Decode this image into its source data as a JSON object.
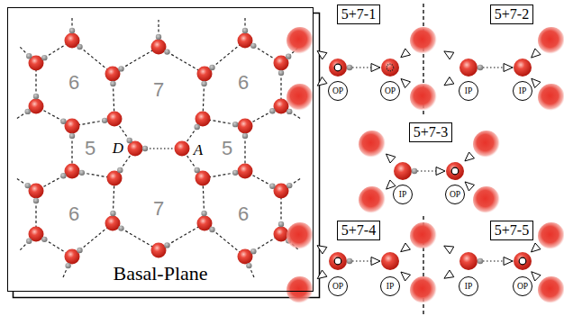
{
  "diagram": {
    "nodes": [
      {
        "text": [
          "Basal-Plane"
        ]
      },
      {
        "text": [
          "5+7-1"
        ]
      },
      {
        "text": [
          "OP"
        ]
      },
      {
        "text": [
          "OP"
        ]
      },
      {
        "text": [
          "5+7-2"
        ]
      },
      {
        "text": [
          "IP"
        ]
      },
      {
        "text": [
          "IP"
        ]
      },
      {
        "text": [
          "5+7-3"
        ]
      },
      {
        "text": [
          "IP"
        ]
      },
      {
        "text": [
          "OP"
        ]
      },
      {
        "text": [
          "5+7-4"
        ]
      },
      {
        "text": [
          "OP"
        ]
      },
      {
        "text": [
          "IP"
        ]
      },
      {
        "text": [
          "5+7-5"
        ]
      },
      {
        "text": [
          "IP"
        ]
      },
      {
        "text": [
          "OP"
        ]
      }
    ],
    "labels": [
      "6",
      "7",
      "6",
      "5",
      "D",
      "A",
      "5",
      "6",
      "7",
      "6"
    ]
  }
}
